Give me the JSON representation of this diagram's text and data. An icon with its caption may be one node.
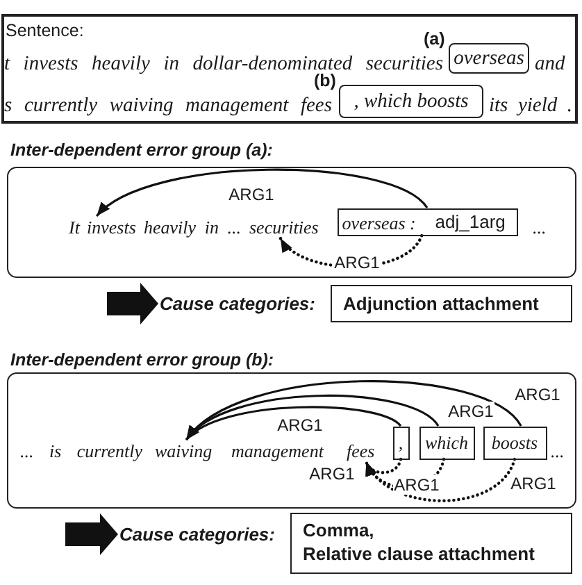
{
  "diagram": {
    "nodes": [
      {
        "text": [
          "Sentence:",
          "t invests heavily in dollar-denominated securities",
          "and",
          "s currently waiving management fees",
          "its yield ."
        ]
      },
      {
        "text": [
          "overseas"
        ],
        "in": 0,
        "beside": [
          "(a)"
        ]
      },
      {
        "text": [
          ", which boosts"
        ],
        "in": 0,
        "beside": [
          "(b)"
        ]
      },
      {
        "text": [
          "Inter-dependent error group (a):",
          "It",
          "heavily in ...",
          "..."
        ]
      },
      {
        "text": [
          "invests"
        ],
        "in": 3
      },
      {
        "text": [
          "securities"
        ],
        "in": 3
      },
      {
        "text": [
          "overseas :",
          "adj_1arg"
        ],
        "in": 3
      },
      {
        "text": [
          "Cause categories:"
        ]
      },
      {
        "text": [
          "Adjunction attachment"
        ]
      },
      {
        "text": [
          "Inter-dependent error group (b):",
          "... is currently",
          "management",
          "..."
        ]
      },
      {
        "text": [
          "waiving"
        ],
        "in": 9
      },
      {
        "text": [
          "fees"
        ],
        "in": 9
      },
      {
        "text": [
          ","
        ],
        "in": 9
      },
      {
        "text": [
          "which"
        ],
        "in": 9
      },
      {
        "text": [
          "boosts"
        ],
        "in": 9
      },
      {
        "text": [
          "Cause categories:"
        ]
      },
      {
        "text": [
          "Comma, Relative clause attachment"
        ]
      }
    ],
    "edges": [
      {
        "from": 6,
        "to": 4,
        "arrow": "to",
        "label": "ARG1"
      },
      {
        "from": 6,
        "to": 5,
        "arrow": "to",
        "label": "ARG1",
        "style": "dashed"
      },
      {
        "from": null,
        "to": 7,
        "arrow": "to",
        "style": "thick"
      },
      {
        "from": 12,
        "to": 10,
        "arrow": "to",
        "label": "ARG1"
      },
      {
        "from": 13,
        "to": 10,
        "arrow": "to",
        "label": "ARG1"
      },
      {
        "from": 14,
        "to": 10,
        "arrow": "to",
        "label": "ARG1"
      },
      {
        "from": 12,
        "to": 11,
        "arrow": "to",
        "label": "ARG1",
        "style": "dashed"
      },
      {
        "from": 13,
        "to": 11,
        "arrow": "to",
        "label": "ARG1",
        "style": "dashed"
      },
      {
        "from": 14,
        "to": 11,
        "arrow": "to",
        "label": "ARG1",
        "style": "dashed"
      },
      {
        "from": null,
        "to": 15,
        "arrow": "to",
        "style": "thick"
      }
    ]
  }
}
